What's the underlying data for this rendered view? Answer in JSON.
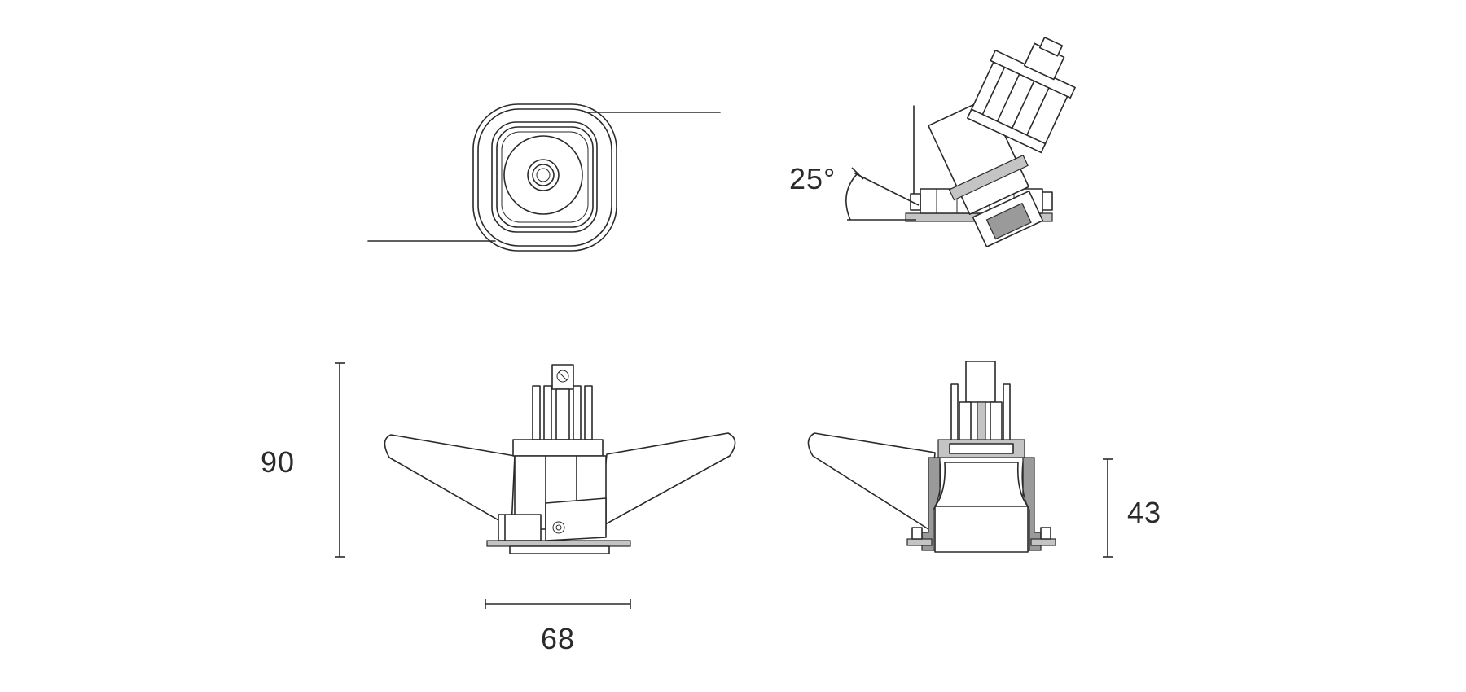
{
  "labels": {
    "tilt_angle": "25°",
    "overall_height": "90",
    "trim_width": "68",
    "recess_depth": "43"
  },
  "colors": {
    "line": "#2a2a2a",
    "shade_dark": "#9a9a9a",
    "shade_light": "#c4c4c4",
    "background": "#ffffff"
  }
}
